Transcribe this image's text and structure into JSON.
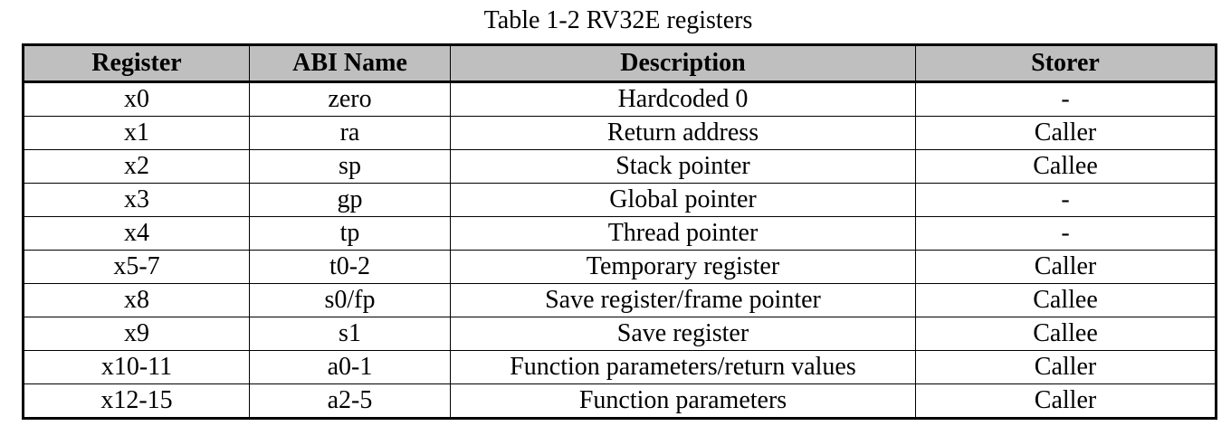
{
  "caption": "Table 1-2 RV32E registers",
  "table": {
    "headers": [
      "Register",
      "ABI Name",
      "Description",
      "Storer"
    ],
    "rows": [
      [
        "x0",
        "zero",
        "Hardcoded 0",
        "-"
      ],
      [
        "x1",
        "ra",
        "Return address",
        "Caller"
      ],
      [
        "x2",
        "sp",
        "Stack pointer",
        "Callee"
      ],
      [
        "x3",
        "gp",
        "Global pointer",
        "-"
      ],
      [
        "x4",
        "tp",
        "Thread pointer",
        "-"
      ],
      [
        "x5-7",
        "t0-2",
        "Temporary register",
        "Caller"
      ],
      [
        "x8",
        "s0/fp",
        "Save register/frame pointer",
        "Callee"
      ],
      [
        "x9",
        "s1",
        "Save register",
        "Callee"
      ],
      [
        "x10-11",
        "a0-1",
        "Function parameters/return values",
        "Caller"
      ],
      [
        "x12-15",
        "a2-5",
        "Function parameters",
        "Caller"
      ]
    ]
  },
  "colors": {
    "header_bg": "#bfbfbf",
    "border": "#000000"
  }
}
